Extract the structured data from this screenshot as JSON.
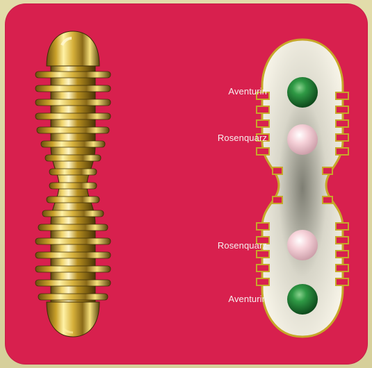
{
  "labels": {
    "top_1": "Aventurin",
    "top_2": "Rosenquarz",
    "bottom_1": "Rosenquarz",
    "bottom_2": "Aventurin"
  },
  "colors": {
    "background": "#d8204e",
    "outer_border": "#dcd6a6",
    "gold": "#c9a11c",
    "aventurin": "#2e8f3d",
    "rosenquarz": "#f2c7cf",
    "capsule_inner": "#f3f0e2"
  }
}
